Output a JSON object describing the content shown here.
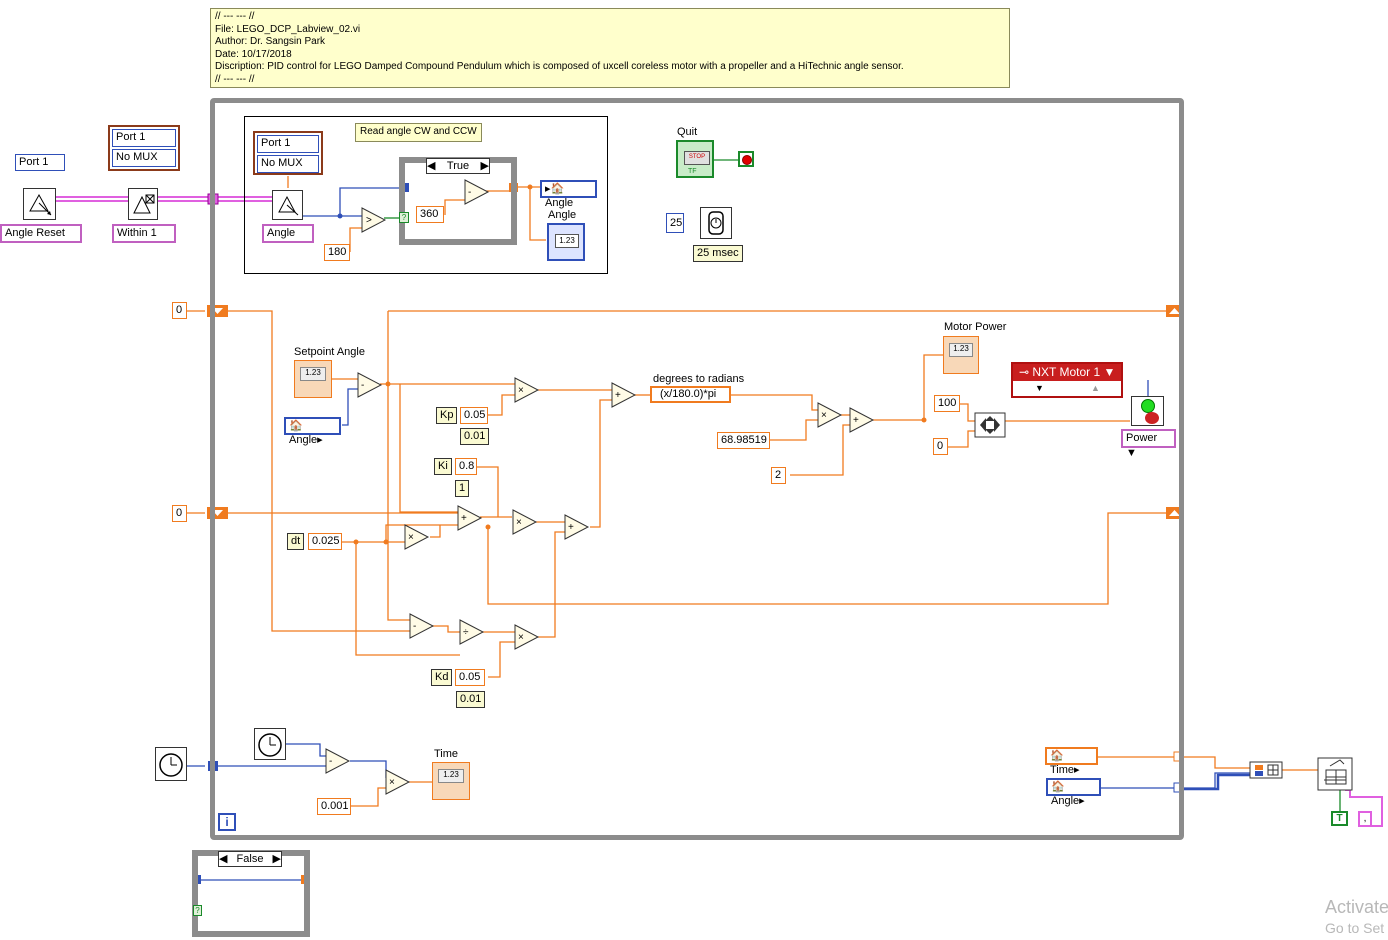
{
  "header_comment": "// --- --- //\nFile: LEGO_DCP_Labview_02.vi\nAuthor: Dr. Sangsin Park\nDate: 10/17/2018\nDiscription: PID control for LEGO Damped Compound Pendulum which is composed of uxcell coreless motor with a propeller and a HiTechnic angle sensor.\n// --- --- //",
  "read_angle_comment": "Read angle CW and CCW",
  "left": {
    "port1_a": "Port 1",
    "port1_b": "Port 1",
    "no_mux_a": "No MUX",
    "angle_reset": "Angle Reset",
    "within": "Within 1"
  },
  "read_block": {
    "port": "Port 1",
    "no_mux": "No MUX",
    "angle": "Angle",
    "const_180": "180",
    "case_label": "True",
    "const_360": "360",
    "angle_local": "Angle",
    "angle_indicator_label": "Angle",
    "angle_indicator_value": "1.23"
  },
  "quit": {
    "label": "Quit",
    "btn": "STOP",
    "tf": "TF"
  },
  "wait": {
    "const": "25",
    "label": "25 msec"
  },
  "shift_init_top": "0",
  "shift_init_mid": "0",
  "setpoint": {
    "label": "Setpoint Angle",
    "value": "1.23",
    "angle_ref": "Angle"
  },
  "pid": {
    "kp_label": "Kp",
    "kp_value": "0.05",
    "kp_inc": "0.01",
    "ki_label": "Ki",
    "ki_value": "0.8",
    "ki_inc": "1",
    "kd_label": "Kd",
    "kd_value": "0.05",
    "kd_inc": "0.01",
    "dt_label": "dt",
    "dt_value": "0.025"
  },
  "conversion": {
    "label": "degrees to radians",
    "formula": "(x/180.0)*pi",
    "const_gain": "68.98519",
    "const_2": "2"
  },
  "motor": {
    "label": "Motor Power",
    "value": "1.23",
    "const_100": "100",
    "const_0": "0",
    "nxt_motor": "NXT Motor 1",
    "power": "Power"
  },
  "time": {
    "label": "Time",
    "value": "1.23",
    "scale": "0.001"
  },
  "right": {
    "time_ref": "Time",
    "angle_ref": "Angle",
    "bool_t": "T"
  },
  "false_case": "False",
  "iteration": "i",
  "watermark": {
    "line1": "Activate",
    "line2": "Go to Set"
  }
}
